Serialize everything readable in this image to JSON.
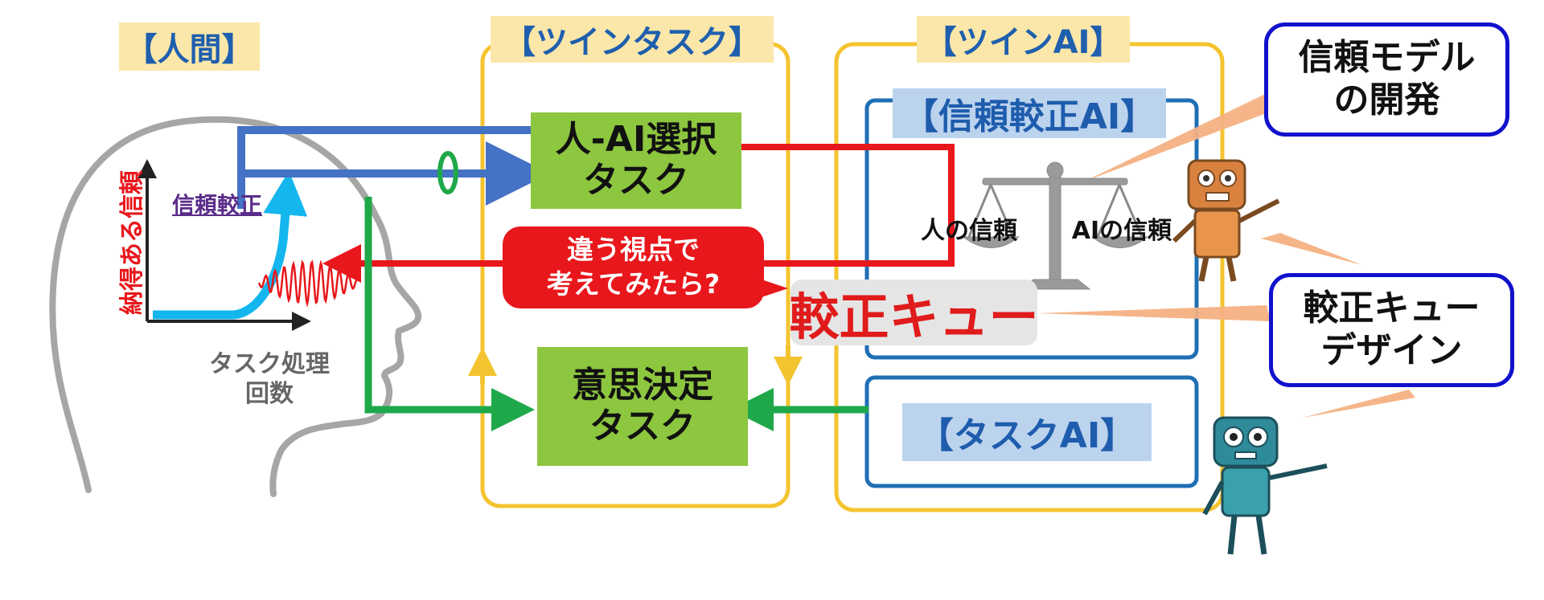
{
  "headers": {
    "human": "【人間】",
    "twin_task": "【ツインタスク】",
    "twin_ai": "【ツインAI】",
    "calibration_ai": "【信頼較正AI】",
    "task_ai": "【タスクAI】"
  },
  "tasks": {
    "selection": "人-AI選択\nタスク",
    "decision": "意思決定\nタスク"
  },
  "human_graph": {
    "y_label": "納得ある信頼",
    "curve_label": "信頼較正",
    "x_label": "タスク処理\n回数"
  },
  "bubble": {
    "text": "違う視点で\n考えてみたら?"
  },
  "cue_label": "較正キュー",
  "scale": {
    "left_label": "人の信頼",
    "right_label": "AIの信頼"
  },
  "callouts": {
    "trust_model": "信頼モデル\nの開発",
    "cue_design": "較正キュー\nデザイン"
  },
  "colors": {
    "blue_arrow": "#4472c4",
    "red_line": "#e8171c",
    "green_arrow": "#1fa84a",
    "yellow_frame": "#f4c430",
    "dark_blue_frame": "#1f6fb5",
    "cyan_curve": "#14b6ee"
  }
}
